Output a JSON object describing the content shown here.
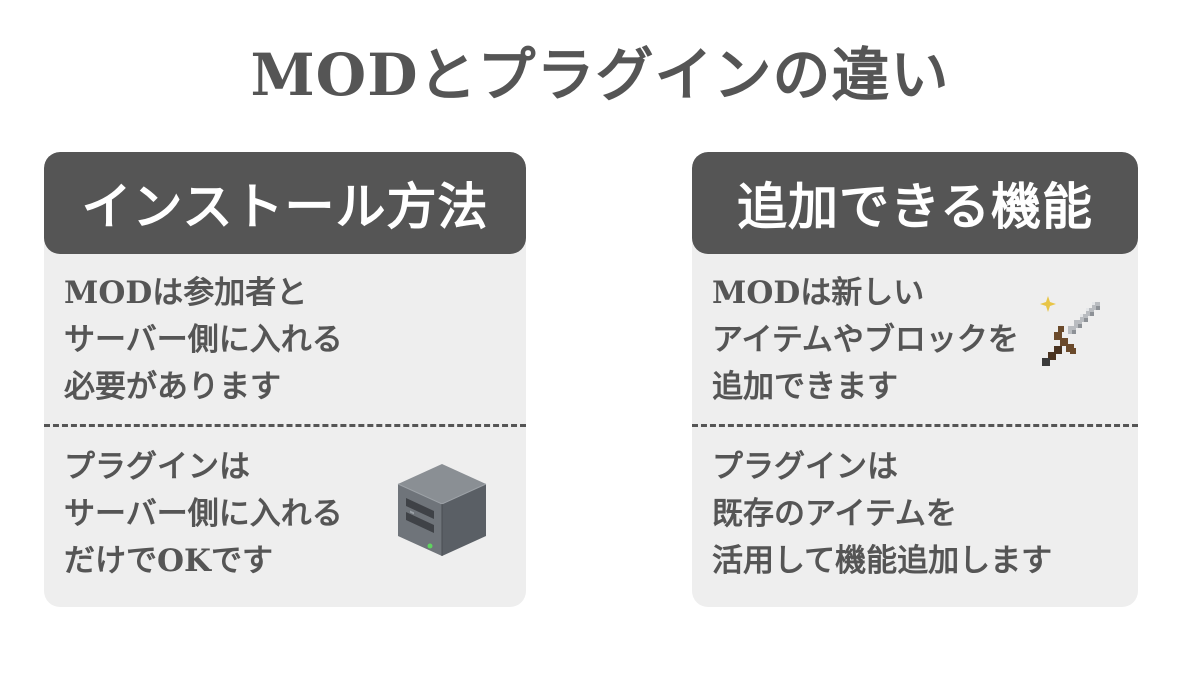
{
  "title": "MODとプラグインの違い",
  "cards": [
    {
      "header": "インストール方法",
      "top_lines": [
        "MODは参加者と",
        "サーバー側に入れる",
        "必要があります"
      ],
      "bottom_lines": [
        "プラグインは",
        "サーバー側に入れる",
        "だけでOKです"
      ],
      "icon": "server-icon"
    },
    {
      "header": "追加できる機能",
      "top_lines": [
        "MODは新しい",
        "アイテムやブロックを",
        "追加できます"
      ],
      "bottom_lines": [
        "プラグインは",
        "既存のアイテムを",
        "活用して機能追加します"
      ],
      "icon": "sword-icon"
    }
  ],
  "colors": {
    "header_bg": "#555555",
    "card_bg": "#eeeeee",
    "text": "#555555"
  }
}
